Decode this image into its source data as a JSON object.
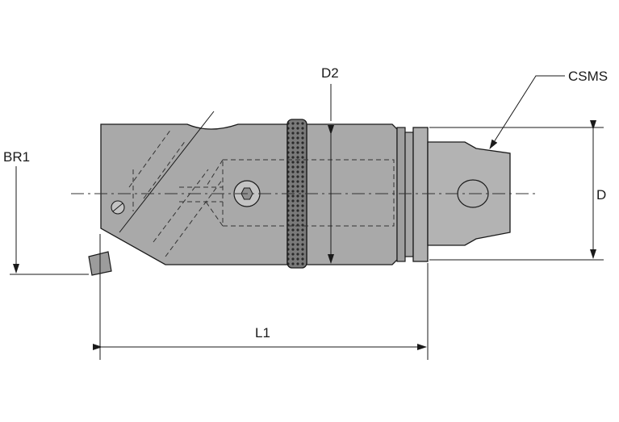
{
  "labels": {
    "d2": "D2",
    "csms": "CSMS",
    "br1": "BR1",
    "d": "D",
    "l1": "L1"
  },
  "colors": {
    "body_fill": "#a9a9a9",
    "shank_fill": "#b3b3b3",
    "knurl_fill": "#6e6e6e",
    "insert_fill": "#9c9c9c",
    "line": "#1a1a1a"
  }
}
